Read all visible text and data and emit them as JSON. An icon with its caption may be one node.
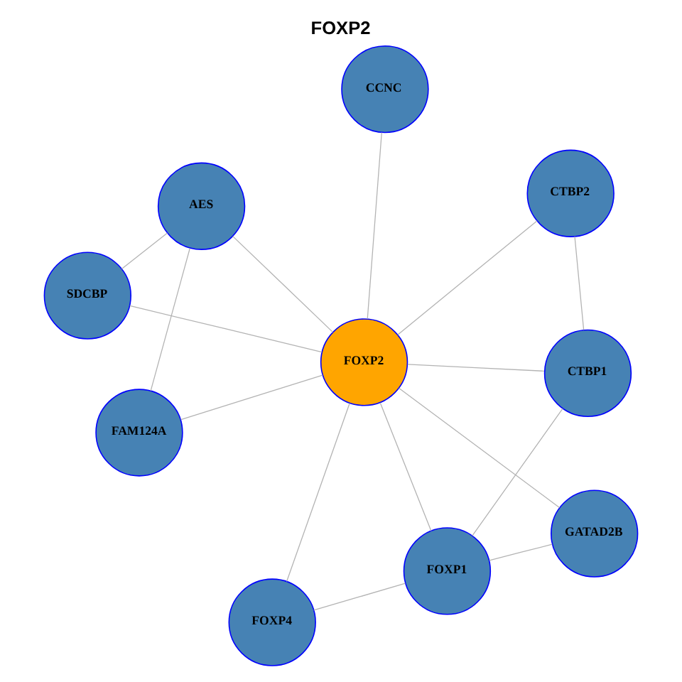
{
  "diagram": {
    "title": "FOXP2",
    "nodes": [
      {
        "text": [
          "SDCBP"
        ]
      },
      {
        "text": [
          "AES"
        ]
      },
      {
        "text": [
          "FAM124A"
        ]
      },
      {
        "text": [
          "CCNC"
        ]
      },
      {
        "text": [
          "FOXP2"
        ]
      },
      {
        "text": [
          "CTBP2"
        ]
      },
      {
        "text": [
          "FOXP4"
        ]
      },
      {
        "text": [
          "CTBP1"
        ]
      },
      {
        "text": [
          "FOXP1"
        ]
      },
      {
        "text": [
          "GATAD2B"
        ]
      }
    ],
    "edges": [
      {
        "from": 1,
        "to": 0,
        "arrow": "none"
      },
      {
        "from": 1,
        "to": 2,
        "arrow": "none"
      },
      {
        "from": 1,
        "to": 4,
        "arrow": "none"
      },
      {
        "from": 0,
        "to": 4,
        "arrow": "none"
      },
      {
        "from": 2,
        "to": 4,
        "arrow": "none"
      },
      {
        "from": 3,
        "to": 4,
        "arrow": "none"
      },
      {
        "from": 5,
        "to": 4,
        "arrow": "none"
      },
      {
        "from": 5,
        "to": 7,
        "arrow": "none"
      },
      {
        "from": 7,
        "to": 4,
        "arrow": "none"
      },
      {
        "from": 7,
        "to": 8,
        "arrow": "none"
      },
      {
        "from": 8,
        "to": 4,
        "arrow": "none"
      },
      {
        "from": 8,
        "to": 6,
        "arrow": "none"
      },
      {
        "from": 8,
        "to": 9,
        "arrow": "none"
      },
      {
        "from": 6,
        "to": 4,
        "arrow": "none"
      },
      {
        "from": 9,
        "to": 4,
        "arrow": "none"
      }
    ]
  }
}
